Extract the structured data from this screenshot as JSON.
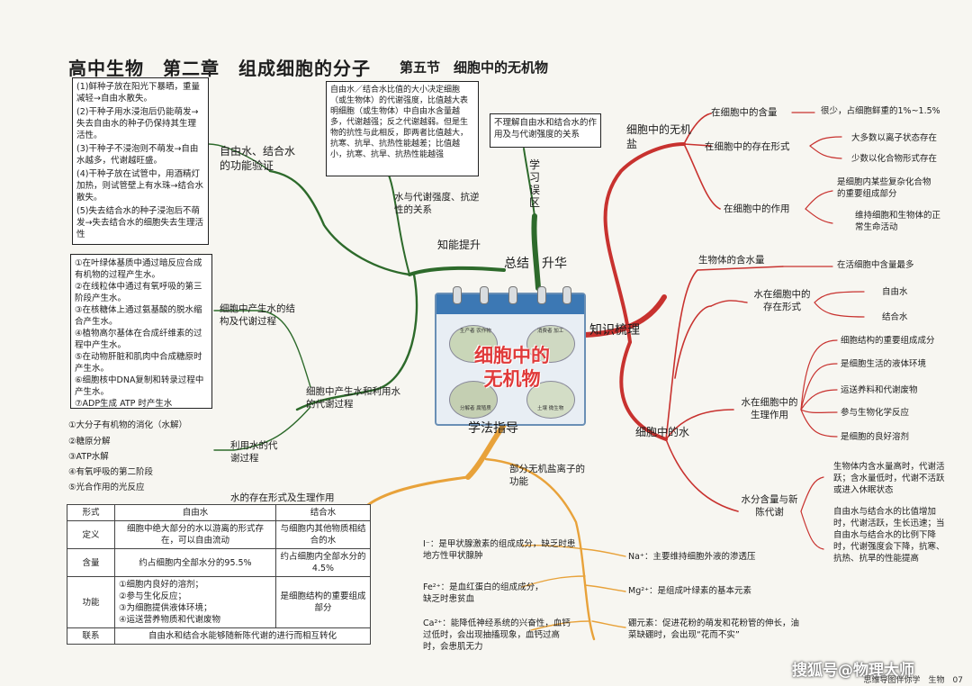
{
  "header": {
    "title": "高中生物　第二章　组成细胞的分子",
    "section": "第五节　细胞中的无机物"
  },
  "center": {
    "word1": "细胞中的",
    "word2": "无机物",
    "pics": [
      "生产者 农作物",
      "消费者 加工",
      "分解者 腐殖质",
      "土壤 微生物"
    ]
  },
  "main_branches": {
    "knowledge": "知识梳理",
    "summary": "总结　升华",
    "method": "学法指导"
  },
  "knowledge": {
    "salt": {
      "label": "细胞中的无机盐",
      "content_label": "在细胞中的含量",
      "content_value": "很少，占细胞鲜重的1%~1.5%",
      "form_label": "在细胞中的存在形式",
      "form_items": [
        "大多数以离子状态存在",
        "少数以化合物形式存在"
      ],
      "role_label": "在细胞中的作用",
      "role_items": [
        "是细胞内某些复杂化合物的重要组成部分",
        "维持细胞和生物体的正常生命活动"
      ]
    },
    "water": {
      "label": "细胞中的水",
      "amount_label": "生物体的含水量",
      "amount_value": "在活细胞中含量最多",
      "form_label": "水在细胞中的存在形式",
      "form_items": [
        "自由水",
        "结合水"
      ],
      "role_label": "水在细胞中的生理作用",
      "role_items": [
        "细胞结构的重要组成成分",
        "是细胞生活的液体环境",
        "运送养料和代谢废物",
        "参与生物化学反应",
        "是细胞的良好溶剂"
      ],
      "meta_label": "水分含量与新陈代谢",
      "meta_items": [
        "生物体内含水量高时，代谢活跃；含水量低时，代谢不活跃或进入休眠状态",
        "自由水与结合水的比值增加时，代谢活跃，生长迅速；当自由水与结合水的比例下降时，代谢强度会下降，抗寒、抗热、抗旱的性能提高"
      ]
    }
  },
  "summary": {
    "ability_label": "知能提升",
    "mistake_label": "学习误区",
    "mistake_box": "不理解自由水和结合水的作用及与代谢强度的关系",
    "relation_label": "水与代谢强度、抗逆性的关系",
    "relation_box": "自由水／结合水比值的大小决定细胞（或生物体）的代谢强度，比值越大表明细胞（或生物体）中自由水含量越多，代谢越强；反之代谢越弱。但是生物的抗性与此相反，即两者比值越大，抗寒、抗旱、抗热性能越差；比值越小，抗寒、抗旱、抗热性能越强",
    "verify_label": "自由水、结合水的功能验证",
    "verify_items": [
      "(1)鲜种子放在阳光下暴晒，重量减轻→自由水散失。",
      "(2)干种子用水浸泡后仍能萌发→失去自由水的种子仍保持其生理活性。",
      "(3)干种子不浸泡则不萌发→自由水越多，代谢越旺盛。",
      "(4)干种子放在试管中，用酒精灯加热，则试管壁上有水珠→结合水散失。",
      "(5)失去结合水的种子浸泡后不萌发→失去结合水的细胞失去生理活性"
    ],
    "produce_use_label": "细胞中产生水和利用水的代谢过程",
    "produce_label": "细胞中产生水的结构及代谢过程",
    "produce_items": [
      "①在叶绿体基质中通过暗反应合成有机物的过程产生水。",
      "②在线粒体中通过有氧呼吸的第三阶段产生水。",
      "③在核糖体上通过氨基酸的脱水缩合产生水。",
      "④植物高尔基体在合成纤维素的过程中产生水。",
      "⑤在动物肝脏和肌肉中合成糖原时产生水。",
      "⑥细胞核中DNA复制和转录过程中产生水。",
      "⑦ADP生成 ATP 时产生水"
    ],
    "use_label": "利用水的代谢过程",
    "use_items": [
      "①大分子有机物的消化（水解）",
      "②糖原分解",
      "③ATP水解",
      "④有氧呼吸的第二阶段",
      "⑤光合作用的光反应"
    ]
  },
  "table": {
    "caption": "水的存在形式及生理作用",
    "headers": [
      "形式",
      "自由水",
      "结合水"
    ],
    "rows": [
      {
        "label": "定义",
        "free": "细胞中绝大部分的水以游离的形式存在，可以自由流动",
        "bound": "与细胞内其他物质相结合的水"
      },
      {
        "label": "含量",
        "free": "约占细胞内全部水分的95.5%",
        "bound": "约占细胞内全部水分的4.5%"
      },
      {
        "label": "功能",
        "free": [
          "①细胞内良好的溶剂；",
          "②参与生化反应；",
          "③为细胞提供液体环境；",
          "④运送营养物质和代谢废物"
        ],
        "bound": "是细胞结构的重要组成部分"
      },
      {
        "label": "联系",
        "free": "自由水和结合水能够随新陈代谢的进行而相互转化"
      }
    ]
  },
  "method": {
    "label": "部分无机盐离子的功能",
    "left": [
      "I⁻：是甲状腺激素的组成成分，缺乏时患地方性甲状腺肿",
      "Fe²⁺：是血红蛋白的组成成分，缺乏时患贫血",
      "Ca²⁺：能降低神经系统的兴奋性，血钙过低时，会出现抽搐现象，血钙过高时，会患肌无力"
    ],
    "right": [
      "Na⁺：主要维持细胞外液的渗透压",
      "Mg²⁺：是组成叶绿素的基本元素",
      "硼元素：促进花粉的萌发和花粉管的伸长，油菜缺硼时，会出现“花而不实”"
    ]
  },
  "watermark": "搜狐号@物理大师",
  "footer": "思维导图伴你学　生物　07"
}
